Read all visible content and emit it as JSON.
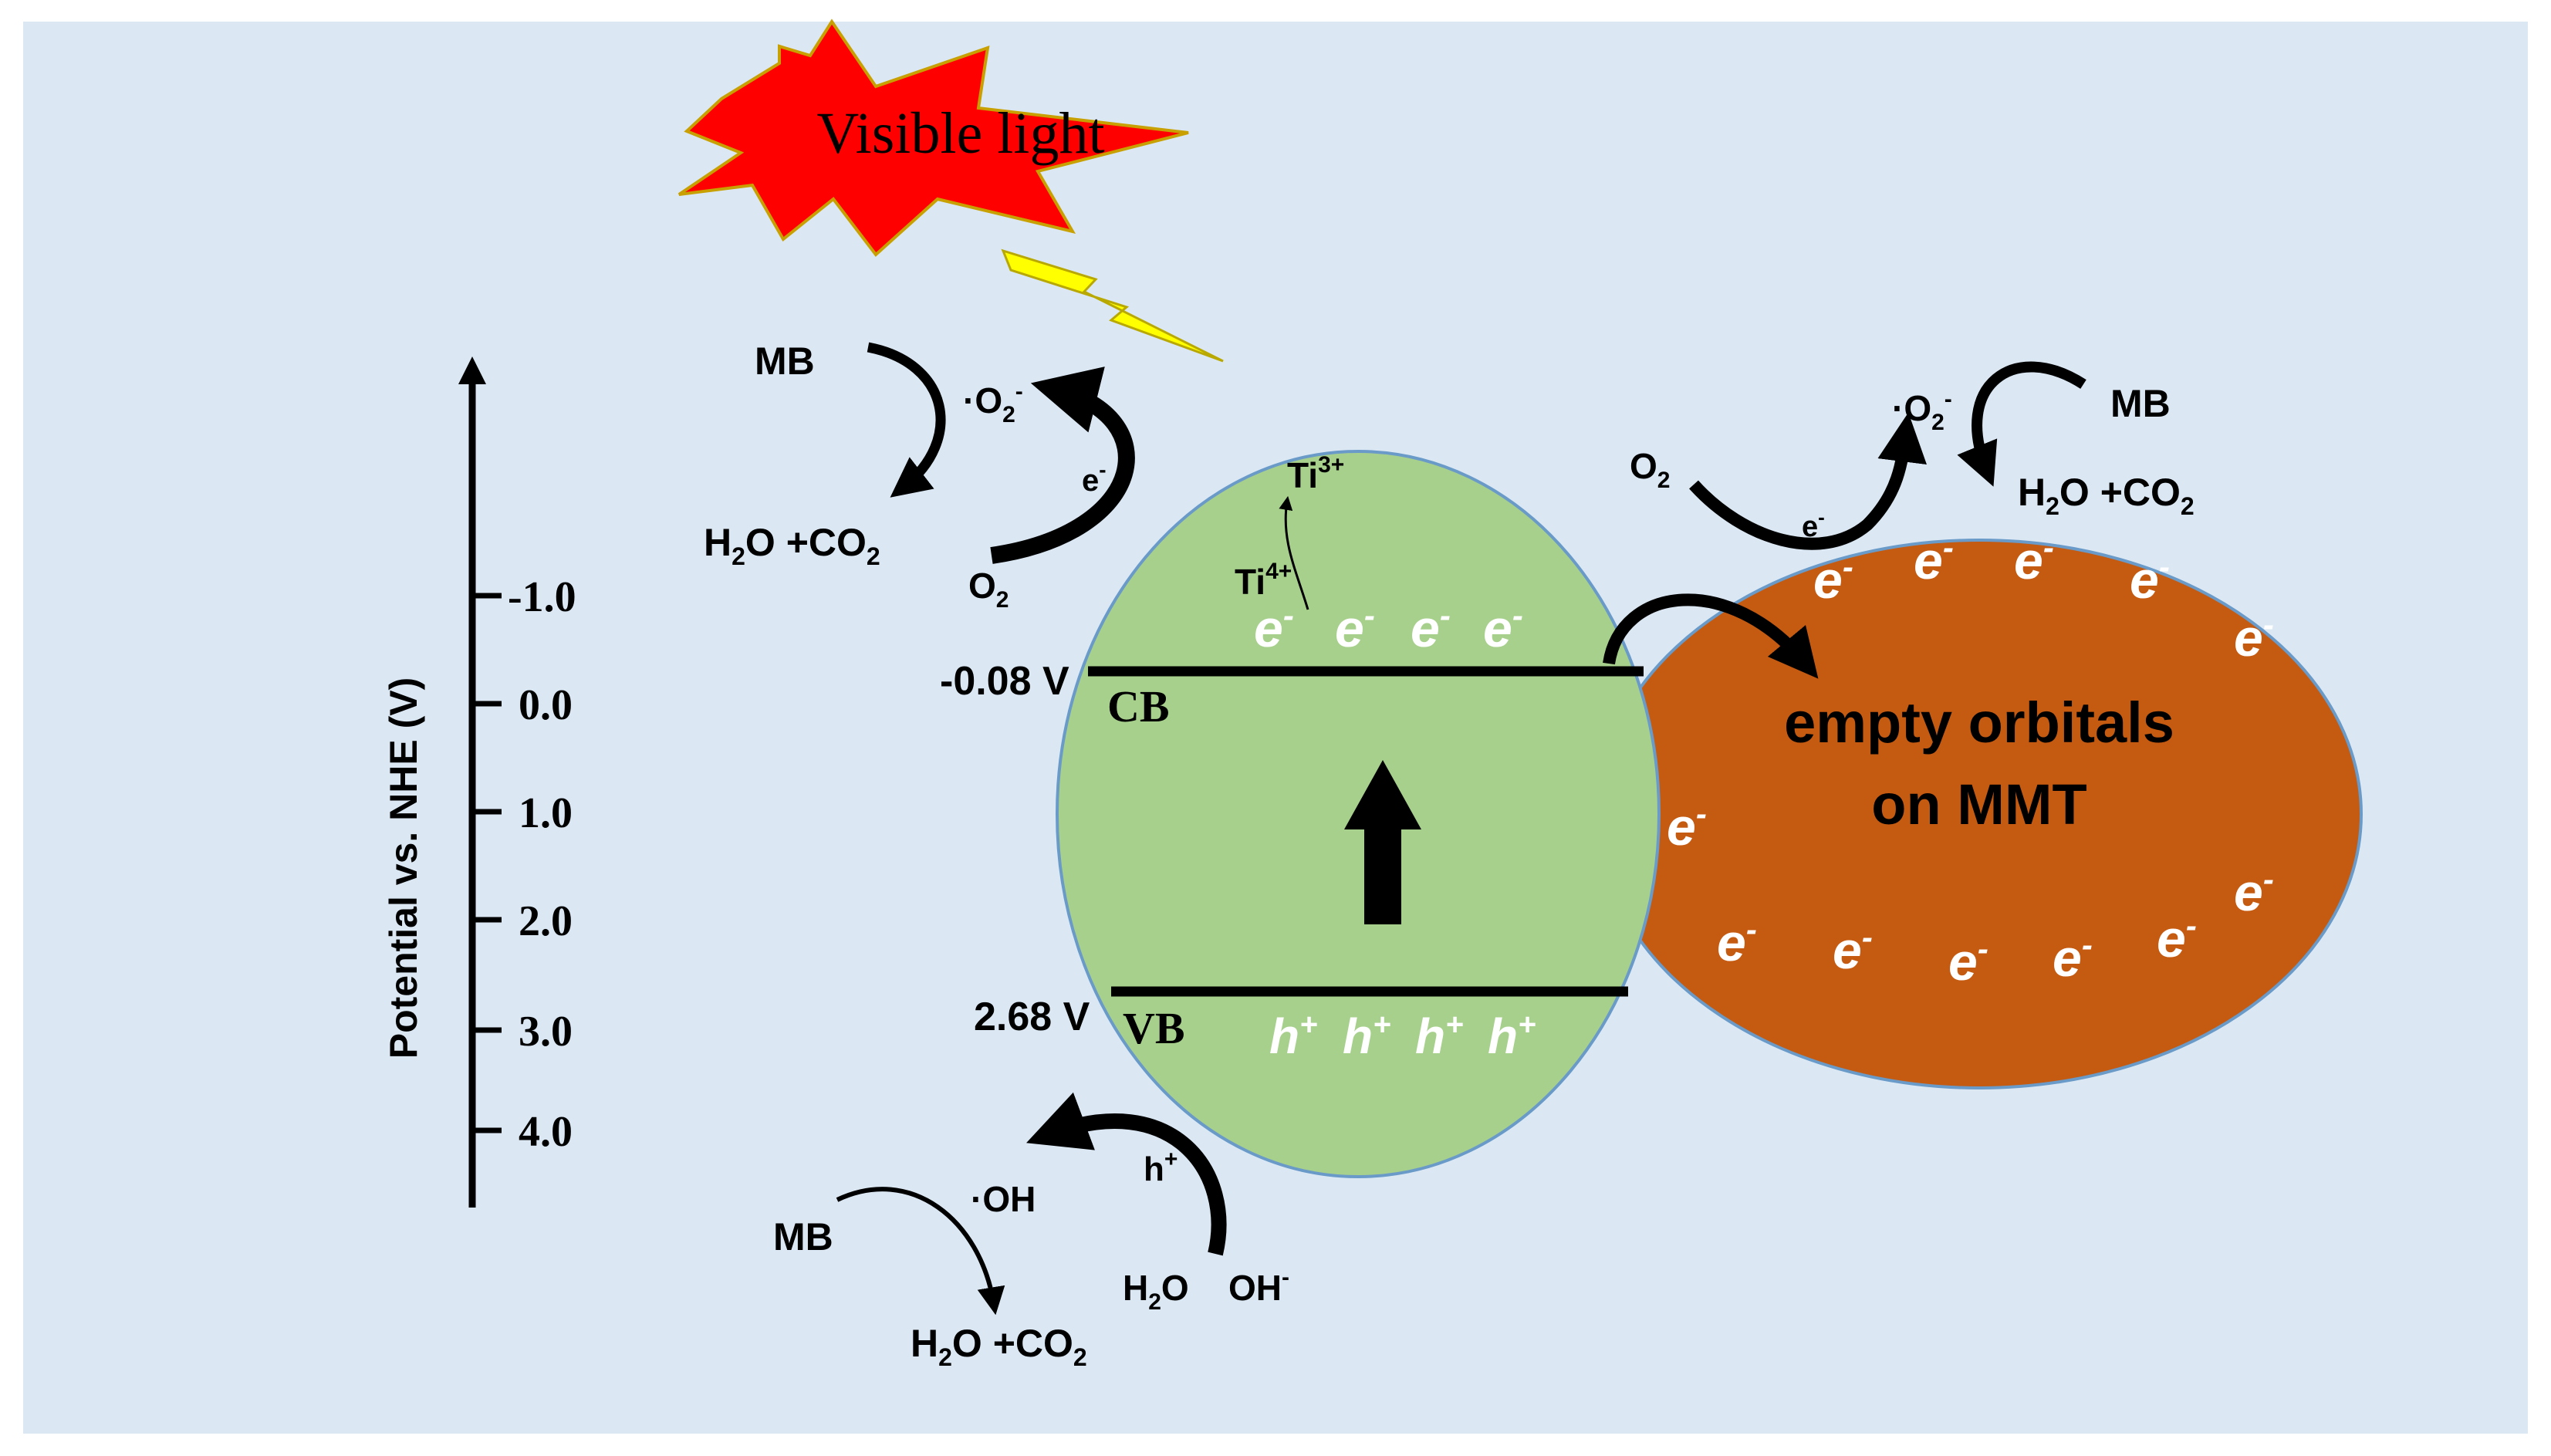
{
  "colors": {
    "panel_background": "#dbe8f4",
    "semiconductor_fill": "#a8d08d",
    "mmt_fill": "#c55a11",
    "burst_fill": "#ff0000",
    "bolt_fill": "#ffff00",
    "electron_text": "#ffffff"
  },
  "light_source": {
    "label": "Visible light"
  },
  "axis": {
    "label": "Potential vs. NHE (V)",
    "ticks": [
      "-1.0",
      "0.0",
      "1.0",
      "2.0",
      "3.0",
      "4.0"
    ]
  },
  "semiconductor": {
    "cb": {
      "label": "CB",
      "potential": "-0.08 V"
    },
    "vb": {
      "label": "VB",
      "potential": "2.68 V"
    },
    "cb_electron_count": 4,
    "vb_hole_count": 4,
    "ti_upper": {
      "base": "Ti",
      "sup": "3+"
    },
    "ti_lower": {
      "base": "Ti",
      "sup": "4+"
    }
  },
  "mmt": {
    "line1": "empty orbitals",
    "line2": "on MMT",
    "electron_count": 12
  },
  "carrier_symbols": {
    "electron_base": "e",
    "electron_sup": "-",
    "hole_base": "h",
    "hole_sup": "+"
  },
  "species": {
    "mb": "MB",
    "superoxide": {
      "prefix": "·O",
      "sub": "2",
      "sup": "-"
    },
    "oxygen": {
      "base": "O",
      "sub": "2"
    },
    "products": {
      "h": "H",
      "sub": "2",
      "mid": "O +CO",
      "sub2": "2"
    },
    "hydroxyl_radical": "·OH",
    "water": {
      "h": "H",
      "sub": "2",
      "o": "O"
    },
    "hydroxide": {
      "base": "OH",
      "sup": "-"
    }
  }
}
